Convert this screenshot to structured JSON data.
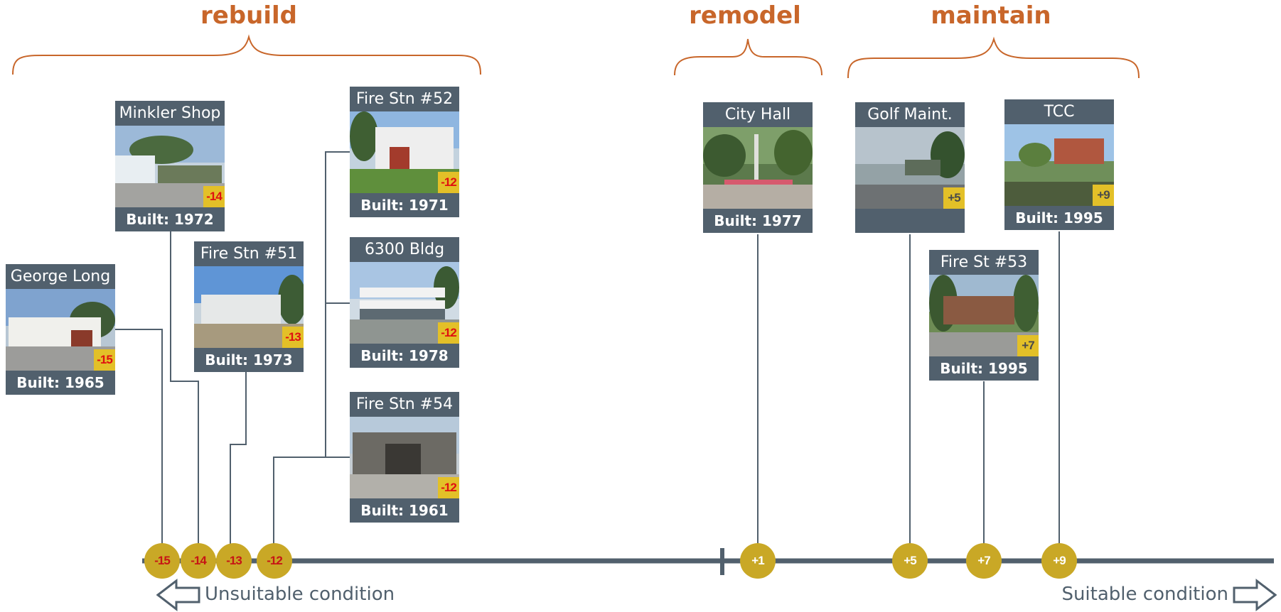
{
  "headings": {
    "rebuild": "rebuild",
    "remodel": "remodel",
    "maintain": "maintain"
  },
  "colors": {
    "accent": "#c8662a",
    "card": "#51606d",
    "dot": "#c9a826",
    "negative_score": "#e01010"
  },
  "buildings": [
    {
      "name": "George Long",
      "built": "Built: 1965",
      "score": "-15"
    },
    {
      "name": "Minkler Shop",
      "built": "Built: 1972",
      "score": "-14"
    },
    {
      "name": "Fire Stn #51",
      "built": "Built: 1973",
      "score": "-13"
    },
    {
      "name": "Fire Stn #52",
      "built": "Built: 1971",
      "score": "-12"
    },
    {
      "name": "6300 Bldg",
      "built": "Built: 1978",
      "score": "-12"
    },
    {
      "name": "Fire Stn #54",
      "built": "Built: 1961",
      "score": "-12"
    },
    {
      "name": "City Hall",
      "built": "Built: 1977",
      "score": ""
    },
    {
      "name": "Golf Maint.",
      "built": "",
      "score": "+5"
    },
    {
      "name": "TCC",
      "built": "Built: 1995",
      "score": "+9"
    },
    {
      "name": "Fire St #53",
      "built": "Built: 1995",
      "score": "+7"
    }
  ],
  "timeline": {
    "points": [
      "-15",
      "-14",
      "-13",
      "-12",
      "+1",
      "+5",
      "+7",
      "+9"
    ],
    "left_label": "Unsuitable condition",
    "right_label": "Suitable condition"
  }
}
